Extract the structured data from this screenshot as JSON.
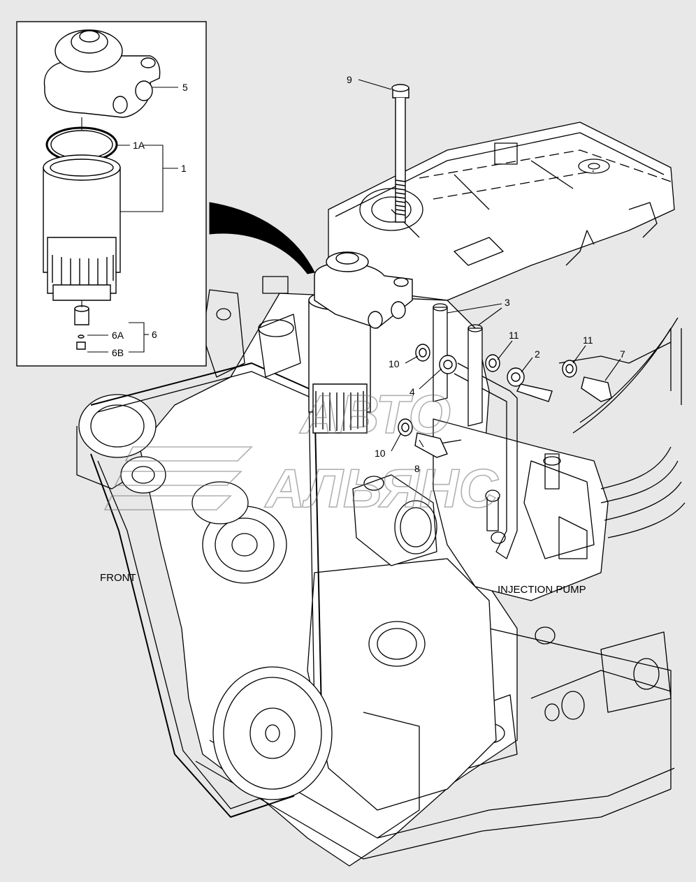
{
  "diagram": {
    "type": "exploded parts diagram",
    "callouts": {
      "c1": "1",
      "c1A": "1A",
      "c2": "2",
      "c3": "3",
      "c4": "4",
      "c5": "5",
      "c6": "6",
      "c6A": "6A",
      "c6B": "6B",
      "c7": "7",
      "c8": "8",
      "c9": "9",
      "c10a": "10",
      "c10b": "10",
      "c11a": "11",
      "c11b": "11"
    },
    "captions": {
      "front": "FRONT",
      "injection_pump": "INJECTION PUMP"
    },
    "watermark": {
      "line1": "АВТО",
      "line2": "АЛЬЯНС"
    }
  },
  "colors": {
    "background": "#e8e8e8",
    "ink": "#000000",
    "inset_fill": "#ffffff",
    "watermark": "#9a9a9a"
  }
}
